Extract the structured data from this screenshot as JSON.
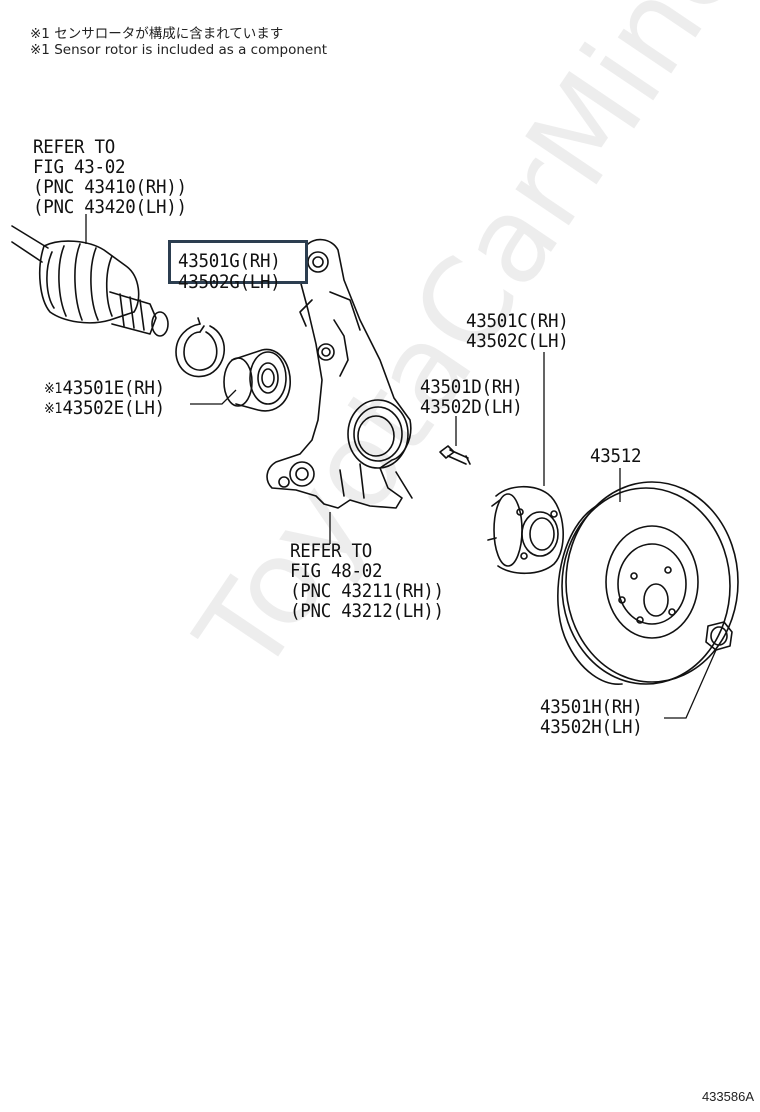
{
  "notes": {
    "japanese": "※1 センサロータが構成に含まれています",
    "english": "※1 Sensor rotor is included as a component"
  },
  "labels": {
    "refer_shaft": [
      "REFER TO",
      "FIG 43-02",
      "(PNC 43410(RH))",
      "(PNC 43420(LH))"
    ],
    "selected_rh": "43501G(RH)",
    "selected_lh": "43502G(LH)",
    "bearing_mark": "※1",
    "bearing_rh": "43501E(RH)",
    "bearing_lh": "43502E(LH)",
    "hub_rh": "43501C(RH)",
    "hub_lh": "43502C(LH)",
    "bolt_rh": "43501D(RH)",
    "bolt_lh": "43502D(LH)",
    "disc": "43512",
    "refer_knuckle": [
      "REFER TO",
      "FIG 48-02",
      "(PNC 43211(RH))",
      "(PNC 43212(LH))"
    ],
    "nut_rh": "43501H(RH)",
    "nut_lh": "43502H(LH)"
  },
  "watermark": "ToyotaCarMine.ru",
  "figure_code": "433586A",
  "colors": {
    "highlight_border": "#2c3e50",
    "line": "#111111"
  }
}
